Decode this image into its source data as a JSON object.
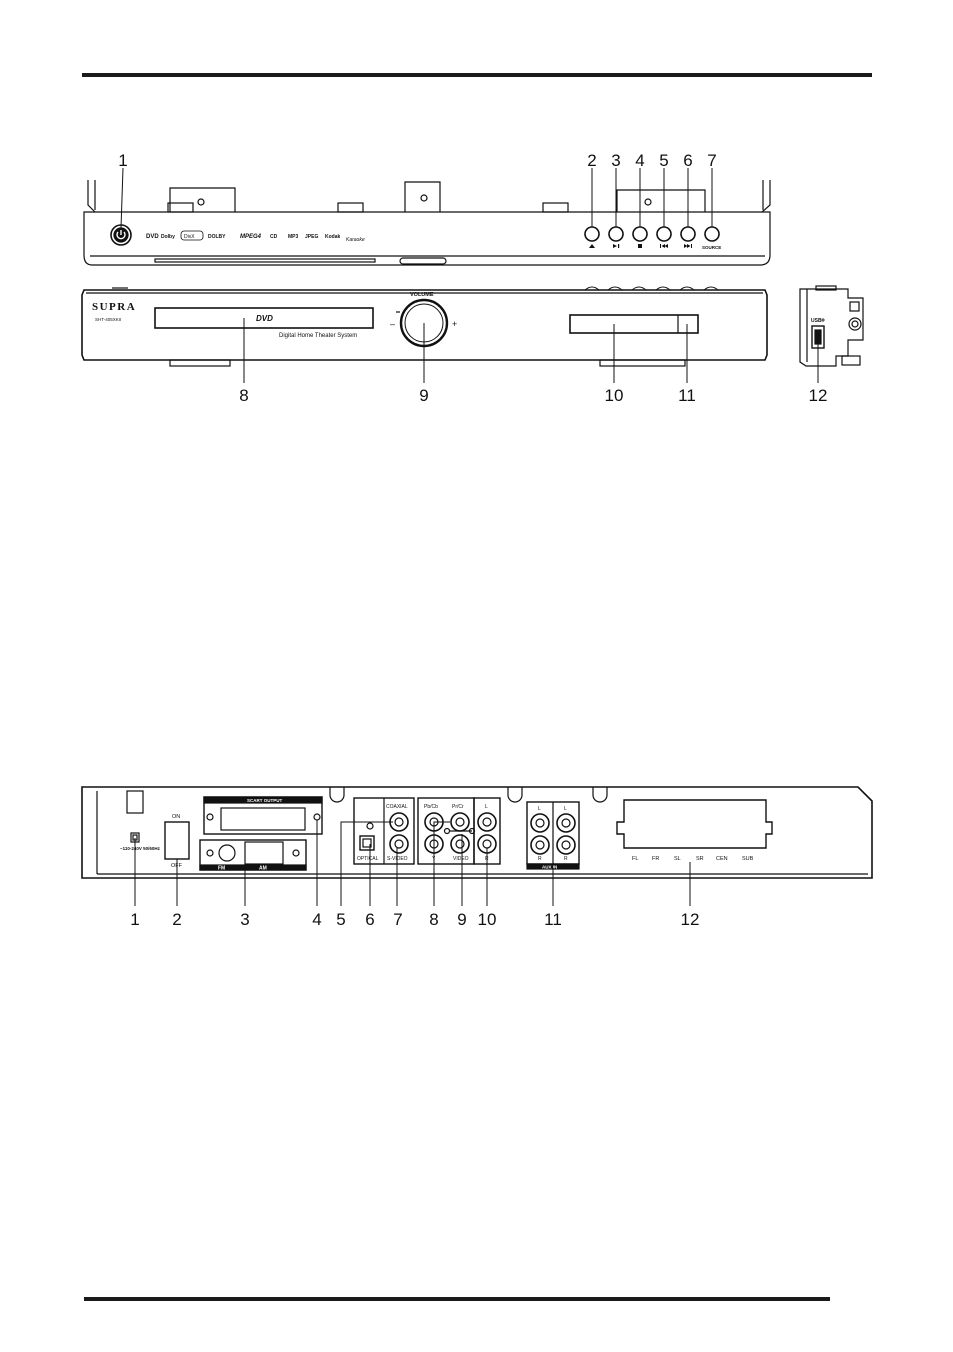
{
  "front_view": {
    "callouts_top": [
      "1",
      "2",
      "3",
      "4",
      "5",
      "6",
      "7"
    ],
    "callouts_bottom": [
      "8",
      "9",
      "10",
      "11",
      "12"
    ],
    "brand": "SUPRA",
    "model": "SHT-405XKII",
    "tray_label": "DVD",
    "panel_caption": "Digital Home Theater System",
    "knob_label": "VOLUME",
    "knob_minus": "–",
    "knob_plus": "+",
    "source_label": "SOURCE",
    "usb_label": "USB",
    "format_logos": [
      "DVD",
      "Dolby",
      "DivX",
      "DOLBY",
      "MPEG4",
      "CD",
      "MP3",
      "JPEG",
      "Kodak",
      "Karaoke"
    ]
  },
  "rear_view": {
    "callouts": [
      "1",
      "2",
      "3",
      "4",
      "5",
      "6",
      "7",
      "8",
      "9",
      "10",
      "11",
      "12"
    ],
    "power_label": "~110-240V 50/60Hz",
    "switch_on": "ON",
    "switch_off": "OFF",
    "scart_label": "SCART OUTPUT",
    "fm_label": "FM",
    "am_label": "AM",
    "coaxial_label": "COAXIAL",
    "optical_label": "OPTICAL",
    "svideo_label": "S-VIDEO",
    "pb_label": "Pb/Cb",
    "pr_label": "Pr/Cr",
    "y_label": "Y",
    "video_label": "VIDEO",
    "l_label": "L",
    "r_label": "R",
    "aux_l1": "L",
    "aux_l2": "L",
    "aux_r1": "R",
    "aux_r2": "R",
    "aux_label": "AUX IN",
    "speaker_labels": [
      "FL",
      "FR",
      "SL",
      "SR",
      "CEN",
      "SUB"
    ]
  }
}
